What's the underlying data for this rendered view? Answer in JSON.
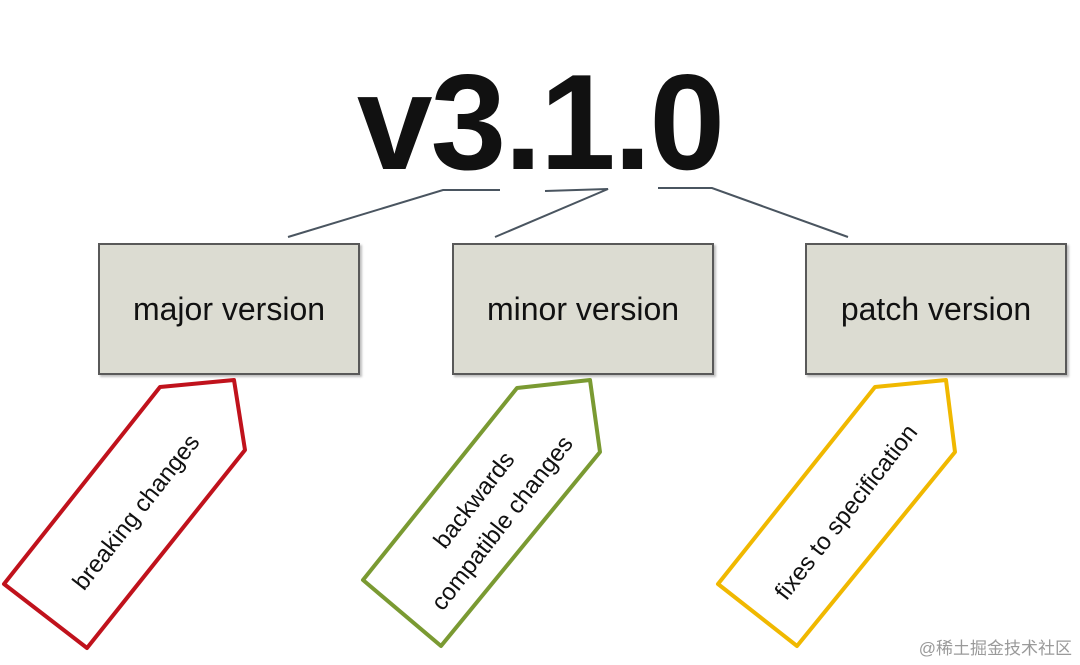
{
  "title": "v3.1.0",
  "boxes": {
    "major": "major version",
    "minor": "minor version",
    "patch": "patch version"
  },
  "tags": {
    "major": "breaking changes",
    "minor_line1": "backwards",
    "minor_line2": "compatible changes",
    "patch": "fixes to specification"
  },
  "colors": {
    "major_tag": "#c0121c",
    "minor_tag": "#7a9a32",
    "patch_tag": "#f0b800",
    "box_fill": "#dcdcd2"
  },
  "watermark": "@稀土掘金技术社区"
}
